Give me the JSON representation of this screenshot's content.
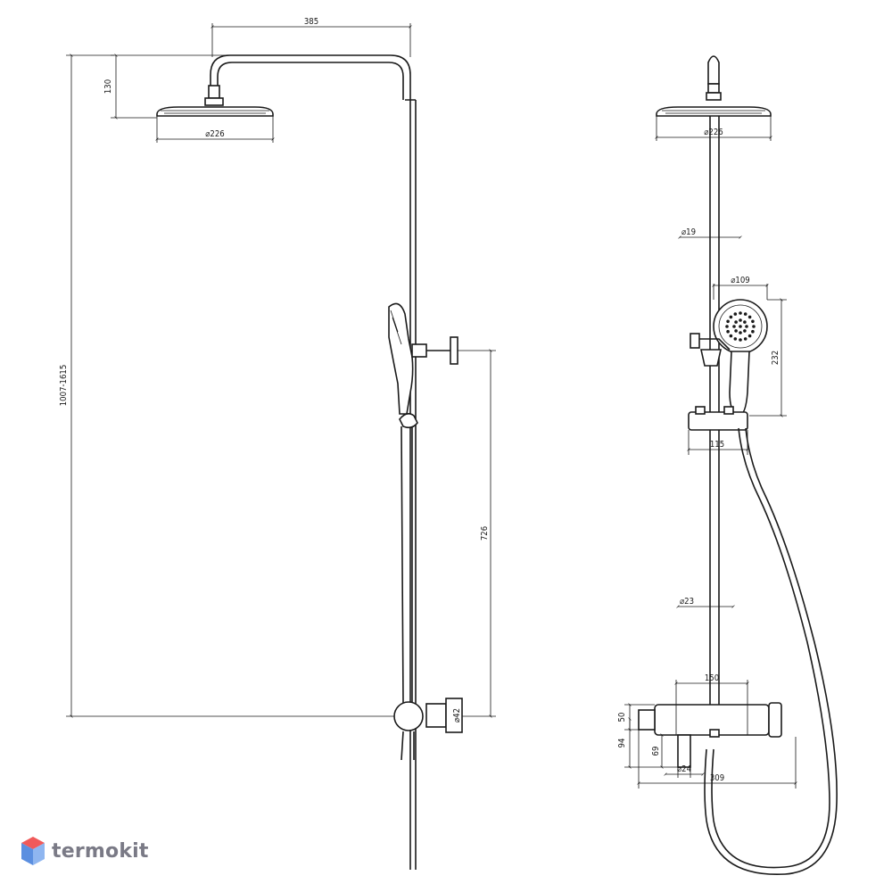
{
  "drawing": {
    "front_view": {
      "arm_length": "385",
      "head_drop": "130",
      "head_diameter": "⌀226",
      "height_range": "1007-1615",
      "bracket_spacing": "726",
      "outlet_diameter": "⌀42"
    },
    "side_view": {
      "head_diameter": "⌀226",
      "upper_pipe_diameter": "⌀19",
      "hand_shower_diameter": "⌀109",
      "hand_shower_length": "232",
      "holder_offset": "115",
      "lower_pipe_diameter": "⌀23",
      "mixer_spacing": "150",
      "mixer_height": "50",
      "mixer_total_height": "94",
      "spout_height": "69",
      "spout_diameter": "⌀24",
      "mixer_depth": "309"
    }
  },
  "brand": {
    "name": "termokit",
    "colors": {
      "top": "#f05a5a",
      "left": "#5b8fe0",
      "right": "#8fb6f0"
    }
  }
}
